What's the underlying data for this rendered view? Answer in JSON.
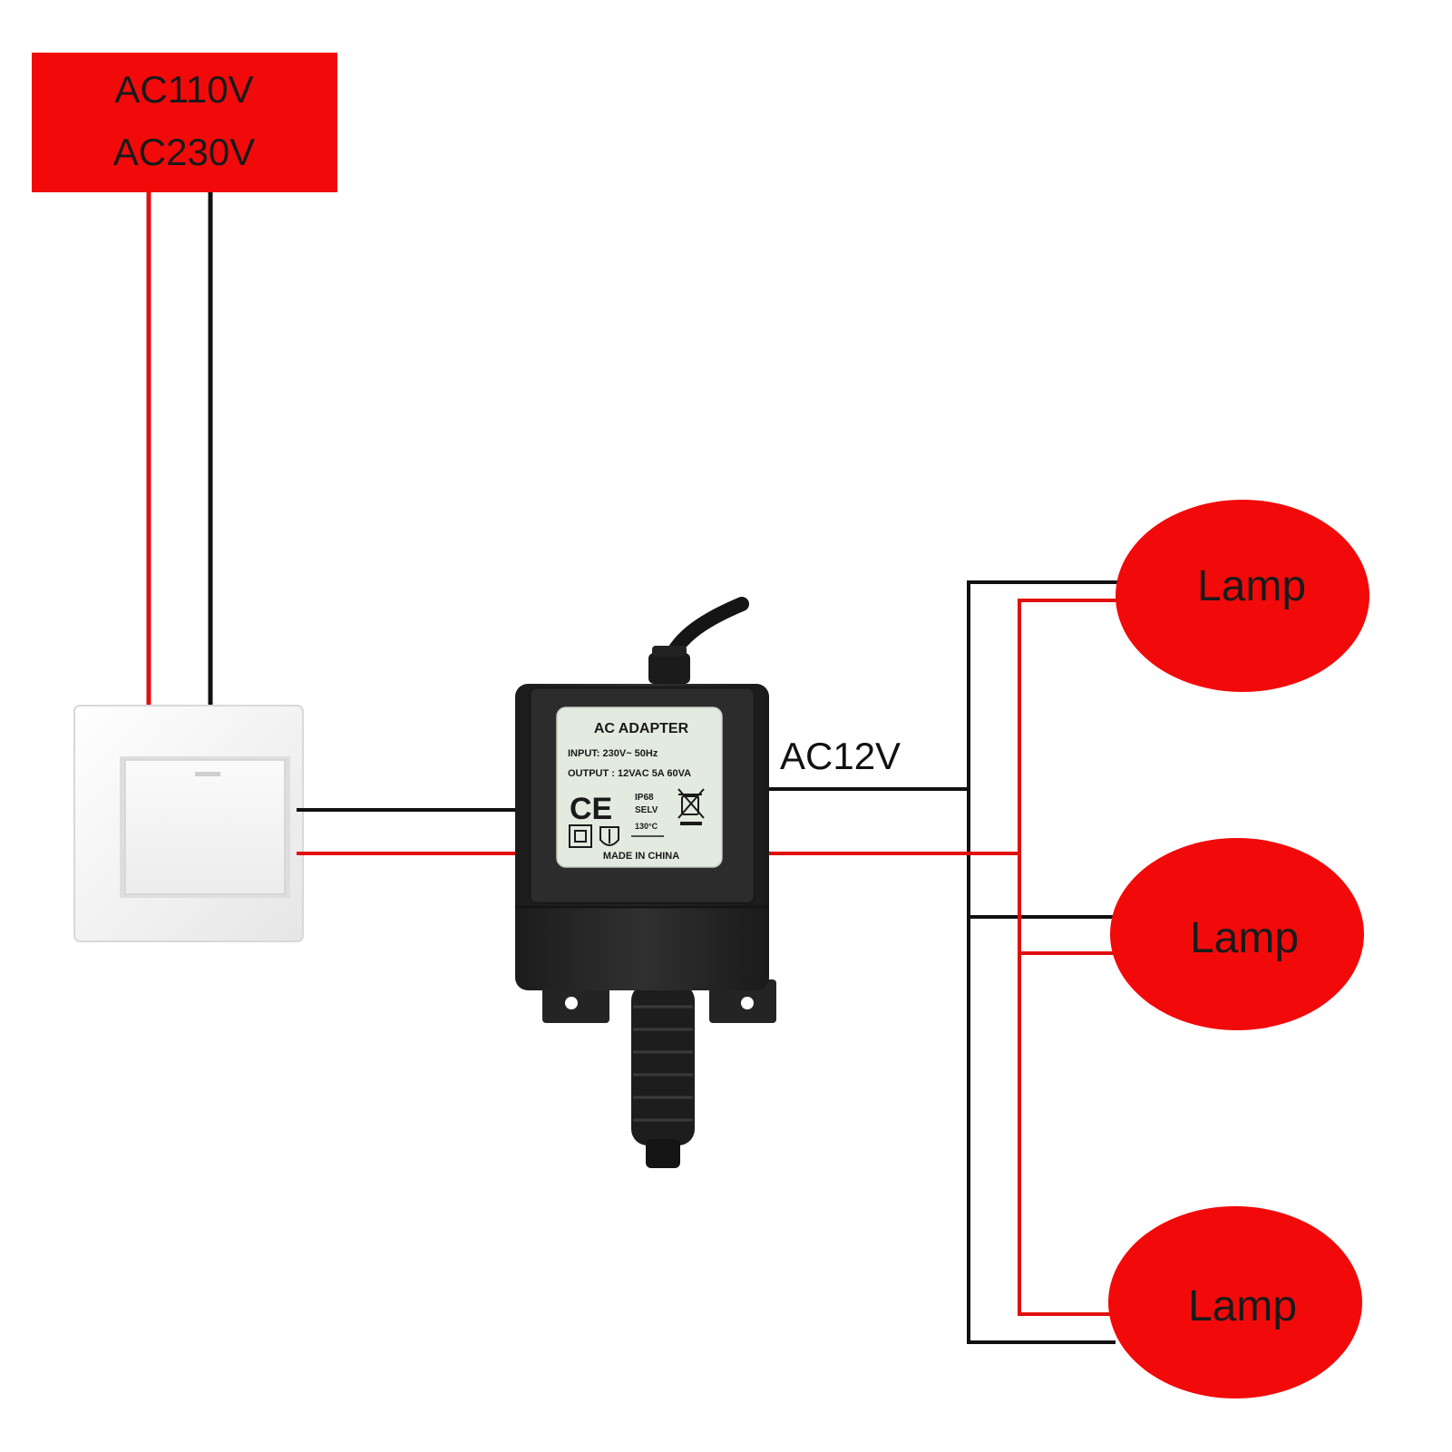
{
  "source": {
    "line1": "AC110V",
    "line2": "AC230V",
    "color": "#f20a0a"
  },
  "output_label": "AC12V",
  "adapter": {
    "title": "AC ADAPTER",
    "input": "INPUT: 230V~  50Hz",
    "output": "OUTPUT : 12VAC  5A  60VA",
    "ce_mark": "CE",
    "ip_rating": "IP68",
    "selv": "SELV",
    "temp": "130°C",
    "made_in": "MADE IN CHINA",
    "body_color": "#262626",
    "plate_color": "#e3eadf"
  },
  "lamps": [
    {
      "label": "Lamp"
    },
    {
      "label": "Lamp"
    },
    {
      "label": "Lamp"
    }
  ],
  "wire_colors": {
    "live": "#e10f0f",
    "neutral": "#111111"
  },
  "icons": [
    "wall-switch-icon",
    "transformer-adapter-icon",
    "double-insulation-icon",
    "weee-bin-icon"
  ]
}
